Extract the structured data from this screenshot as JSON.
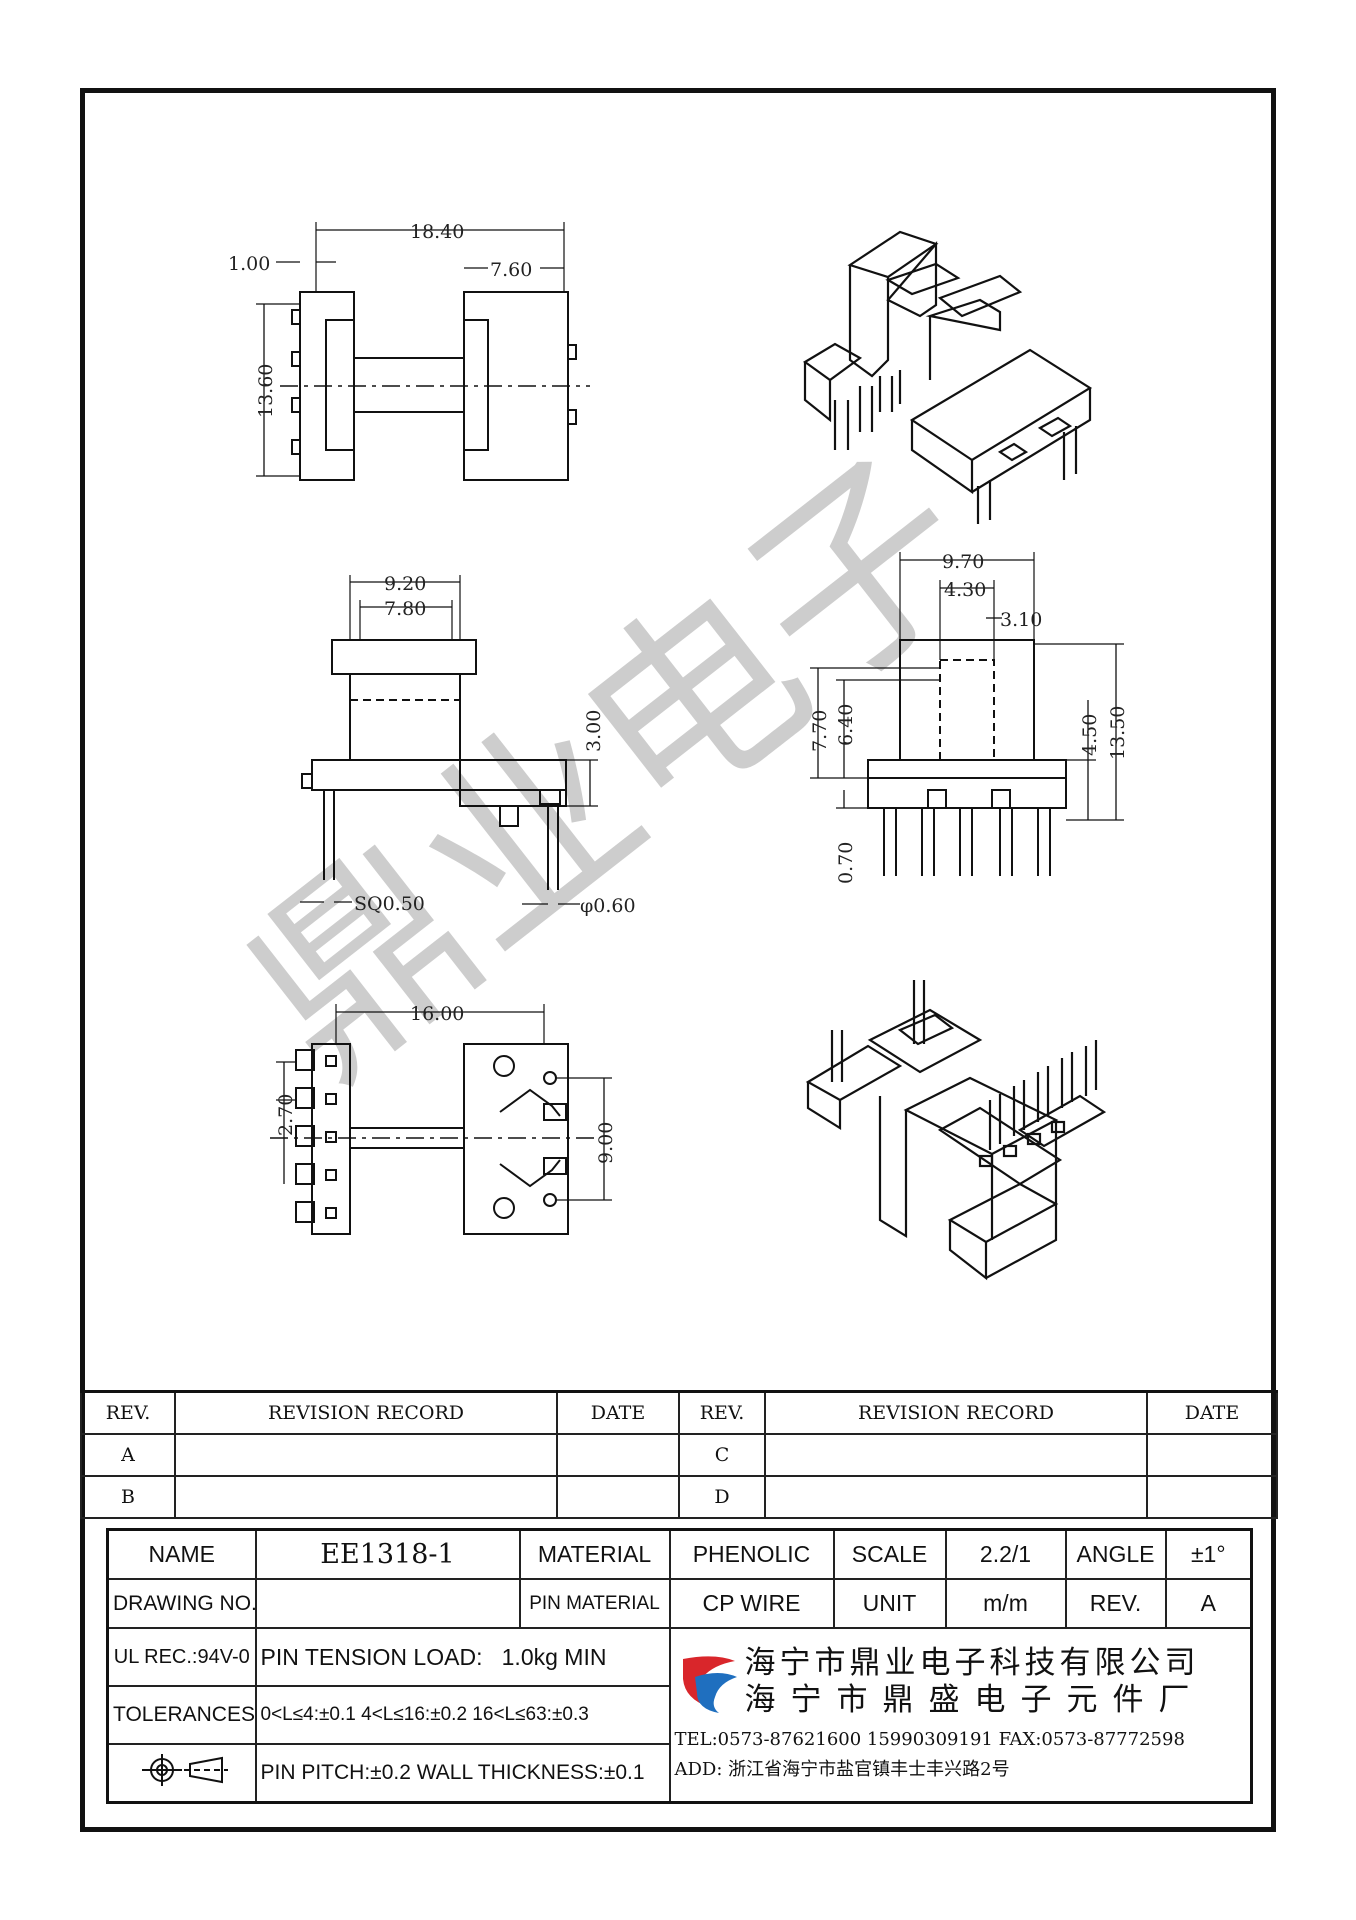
{
  "watermark": "鼎业电子",
  "dimensions": {
    "top_width": "18.40",
    "top_wall": "1.00",
    "top_right": "7.60",
    "top_height": "13.60",
    "side_outer": "9.20",
    "side_inner": "7.80",
    "side_base": "3.00",
    "pin_square": "SQ0.50",
    "pin_round": "φ0.60",
    "front_width": "9.70",
    "front_inner": "4.30",
    "front_core": "3.10",
    "front_h1": "7.70",
    "front_h2": "6.40",
    "front_h3": "4.50",
    "front_total": "13.50",
    "front_pin": "0.70",
    "bottom_width": "16.00",
    "bottom_pitch": "2.70",
    "bottom_row": "9.00"
  },
  "revision": {
    "headers": [
      "REV.",
      "REVISION RECORD",
      "DATE",
      "REV.",
      "REVISION RECORD",
      "DATE"
    ],
    "rows": [
      [
        "A",
        "",
        "",
        "C",
        "",
        ""
      ],
      [
        "B",
        "",
        "",
        "D",
        "",
        ""
      ]
    ]
  },
  "title_block": {
    "name_label": "NAME",
    "name_value": "EE1318-1",
    "material_label": "MATERIAL",
    "material_value": "PHENOLIC",
    "scale_label": "SCALE",
    "scale_value": "2.2/1",
    "angle_label": "ANGLE",
    "angle_value": "±1°",
    "drawing_no_label": "DRAWING NO.",
    "drawing_no_value": "",
    "pin_material_label": "PIN MATERIAL",
    "pin_material_value": "CP WIRE",
    "unit_label": "UNIT",
    "unit_value": "m/m",
    "rev_label": "REV.",
    "rev_value": "A",
    "ul_rec": "UL REC.:94V-0",
    "pin_tension_label": "PIN TENSION LOAD:",
    "pin_tension_value": "1.0kg MIN",
    "tolerances_label": "TOLERANCES:",
    "tolerances_value": "0<L≤4:±0.1  4<L≤16:±0.2  16<L≤63:±0.3",
    "pitch_wall": "PIN PITCH:±0.2  WALL THICKNESS:±0.1",
    "company_1": "海宁市鼎业电子科技有限公司",
    "company_2": "海宁市鼎盛电子元件厂",
    "tel": "TEL:0573-87621600  15990309191   FAX:0573-87772598",
    "address": "ADD: 浙江省海宁市盐官镇丰士丰兴路2号"
  },
  "colors": {
    "line": "#111111",
    "logo_red": "#d9262b",
    "logo_blue": "#1f6fbf",
    "watermark": "#bdbdbd"
  }
}
